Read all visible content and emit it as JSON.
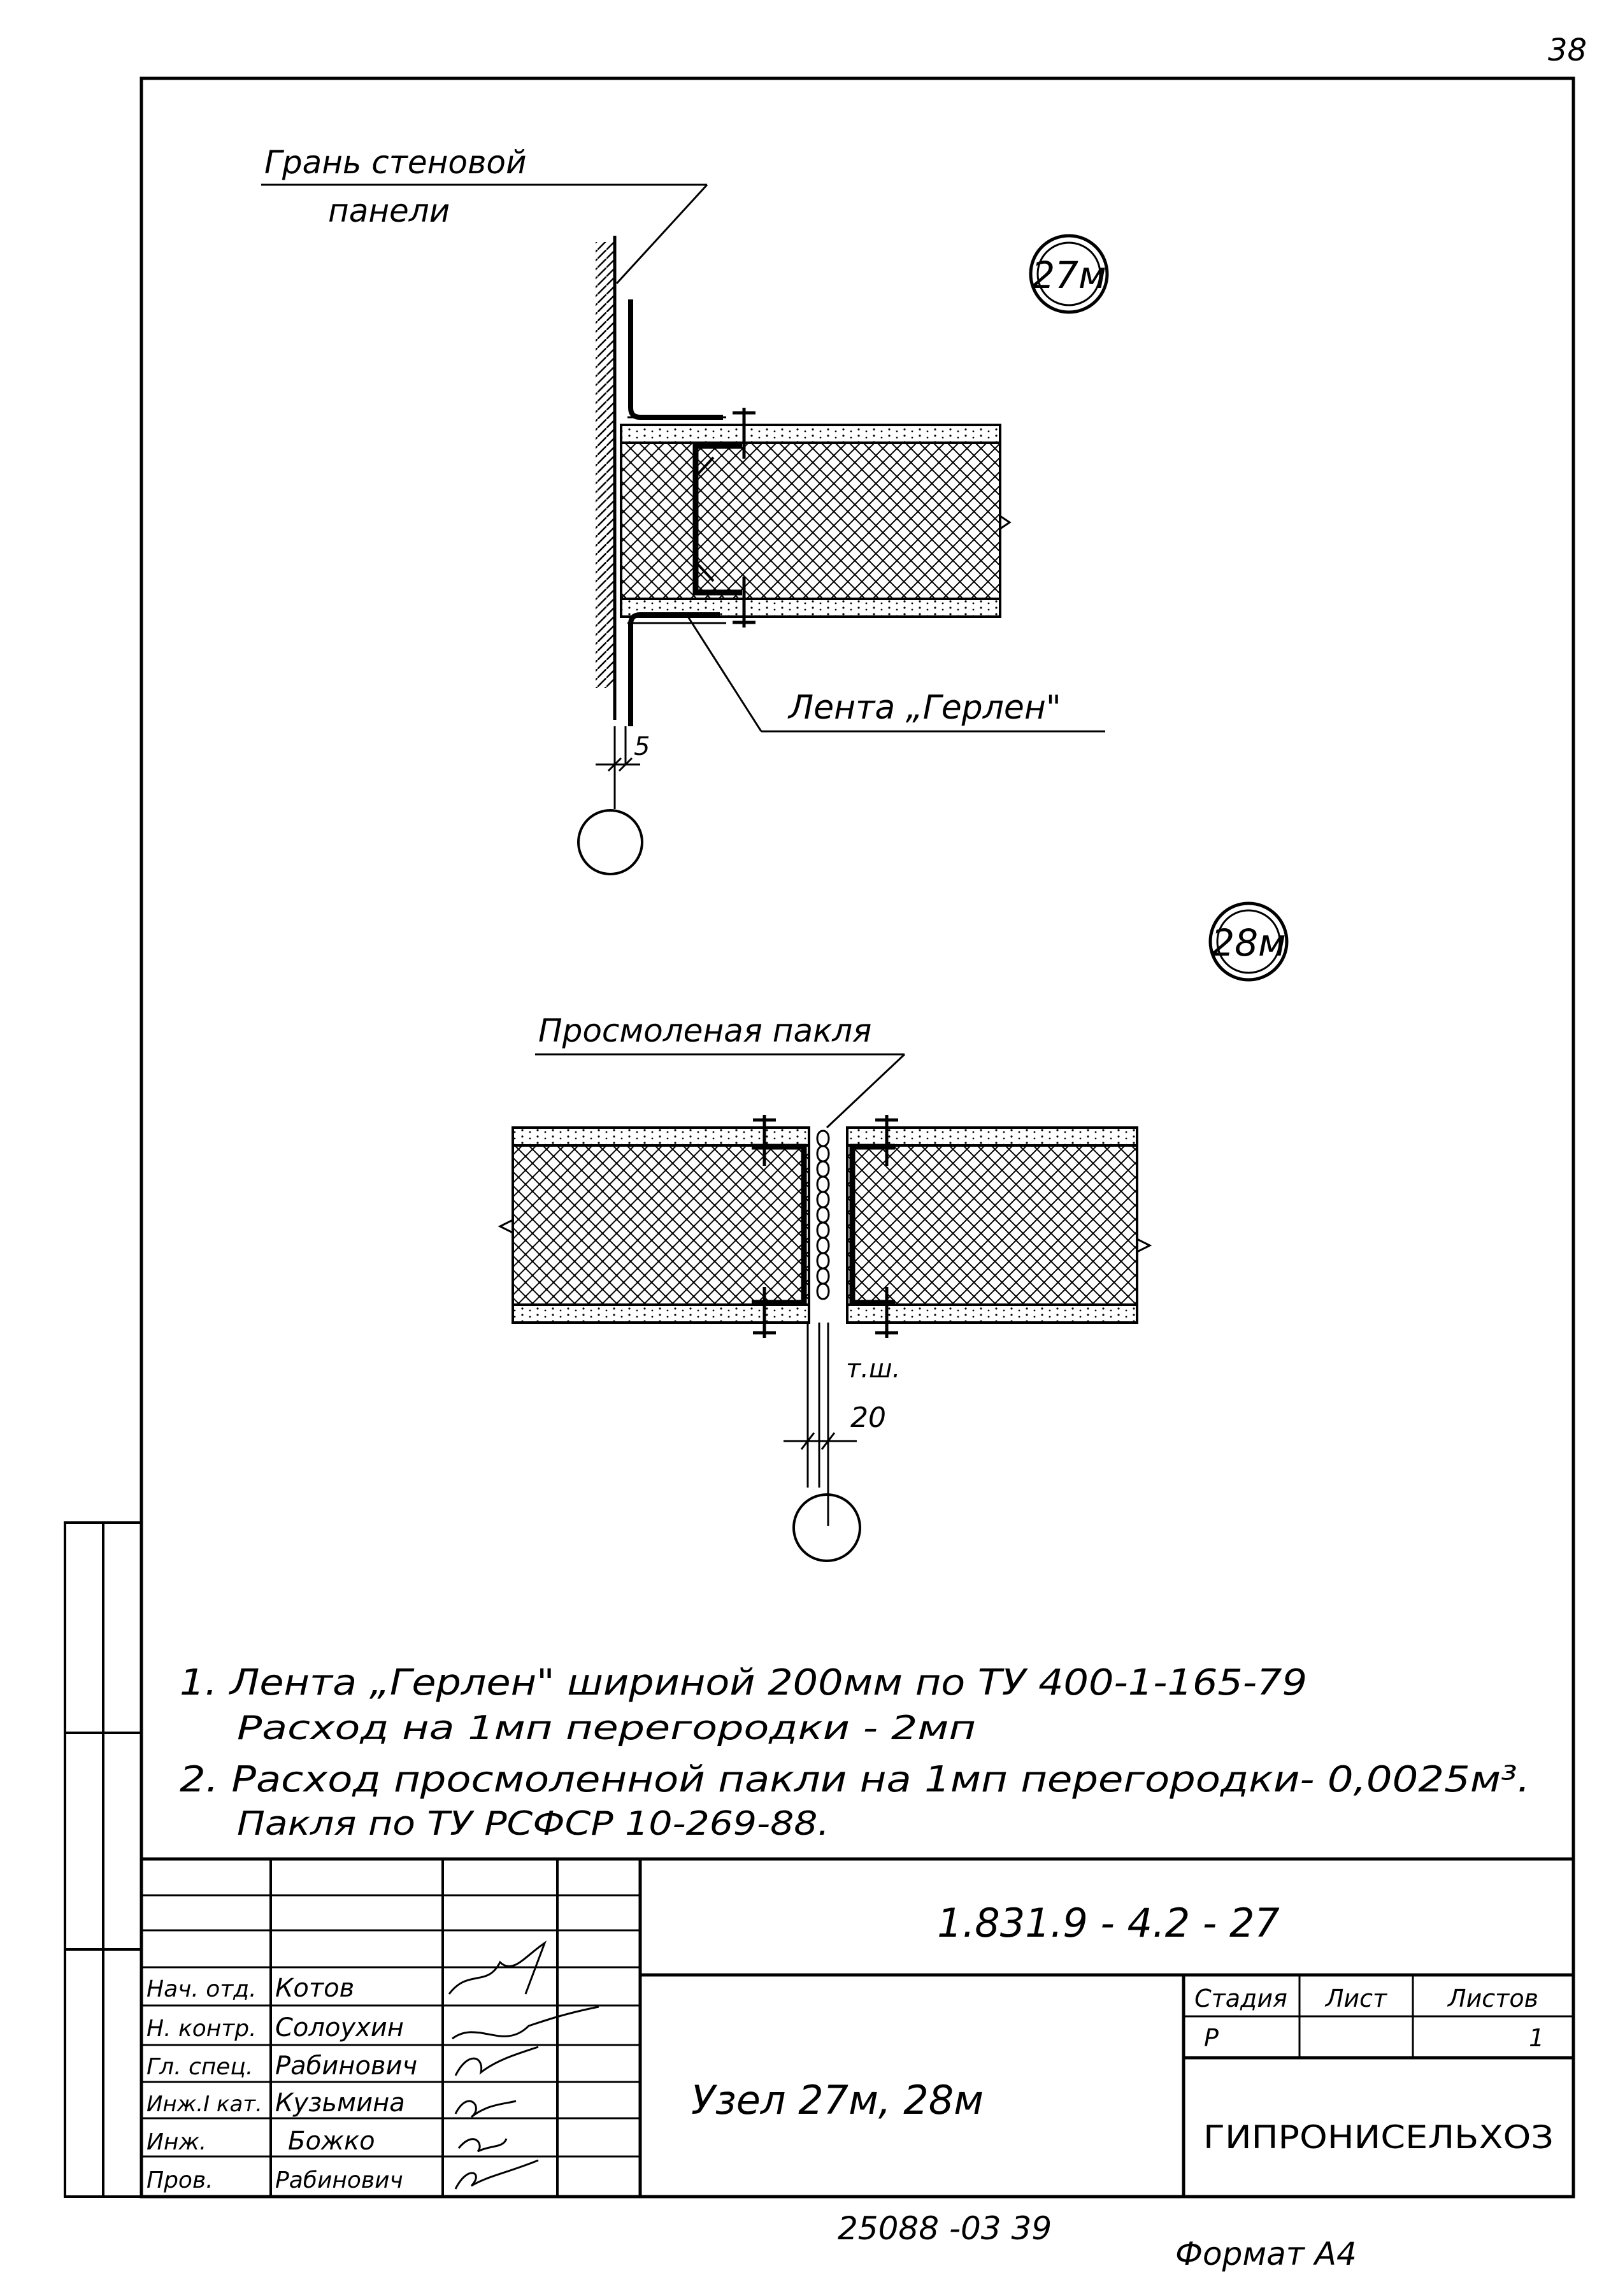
{
  "page_number": "38",
  "details": {
    "d27": {
      "marker": "27м",
      "label_wall": [
        "Грань стеновой",
        "панели"
      ],
      "label_tape": "Лента „Герлен\"",
      "dim": "5"
    },
    "d28": {
      "marker": "28м",
      "label_oakum": "Просмоленая пакля",
      "label_axis": "т.ш.",
      "dim": "20"
    }
  },
  "notes": [
    "1. Лента „Герлен\" шириной 200мм по ТУ 400-1-165-79",
    "Расход на 1мп перегородки - 2мп",
    "2. Расход просмоленной пакли на 1мп перегородки- 0,0025м³.",
    "Пакля по ТУ РСФСР 10-269-88."
  ],
  "title_block": {
    "doc_code": "1.831.9 - 4.2 - 27",
    "title": "Узел 27м, 28м",
    "stage_header": "Стадия",
    "sheet_header": "Лист",
    "sheets_header": "Листов",
    "stage": "Р",
    "sheets": "1",
    "org": "ГИПРОНИСЕЛЬХОЗ",
    "people": [
      {
        "role": "Нач. отд.",
        "name": "Котов"
      },
      {
        "role": "Н. контр.",
        "name": "Солоухин"
      },
      {
        "role": "Гл. спец.",
        "name": "Рабинович"
      },
      {
        "role": "Инж.I кат.",
        "name": "Кузьмина"
      },
      {
        "role": "Инж.",
        "name": "Божко"
      },
      {
        "role": "Пров.",
        "name": "Рабинович"
      }
    ]
  },
  "footer": {
    "inventory": "25088 -03 39",
    "format": "Формат А4"
  }
}
